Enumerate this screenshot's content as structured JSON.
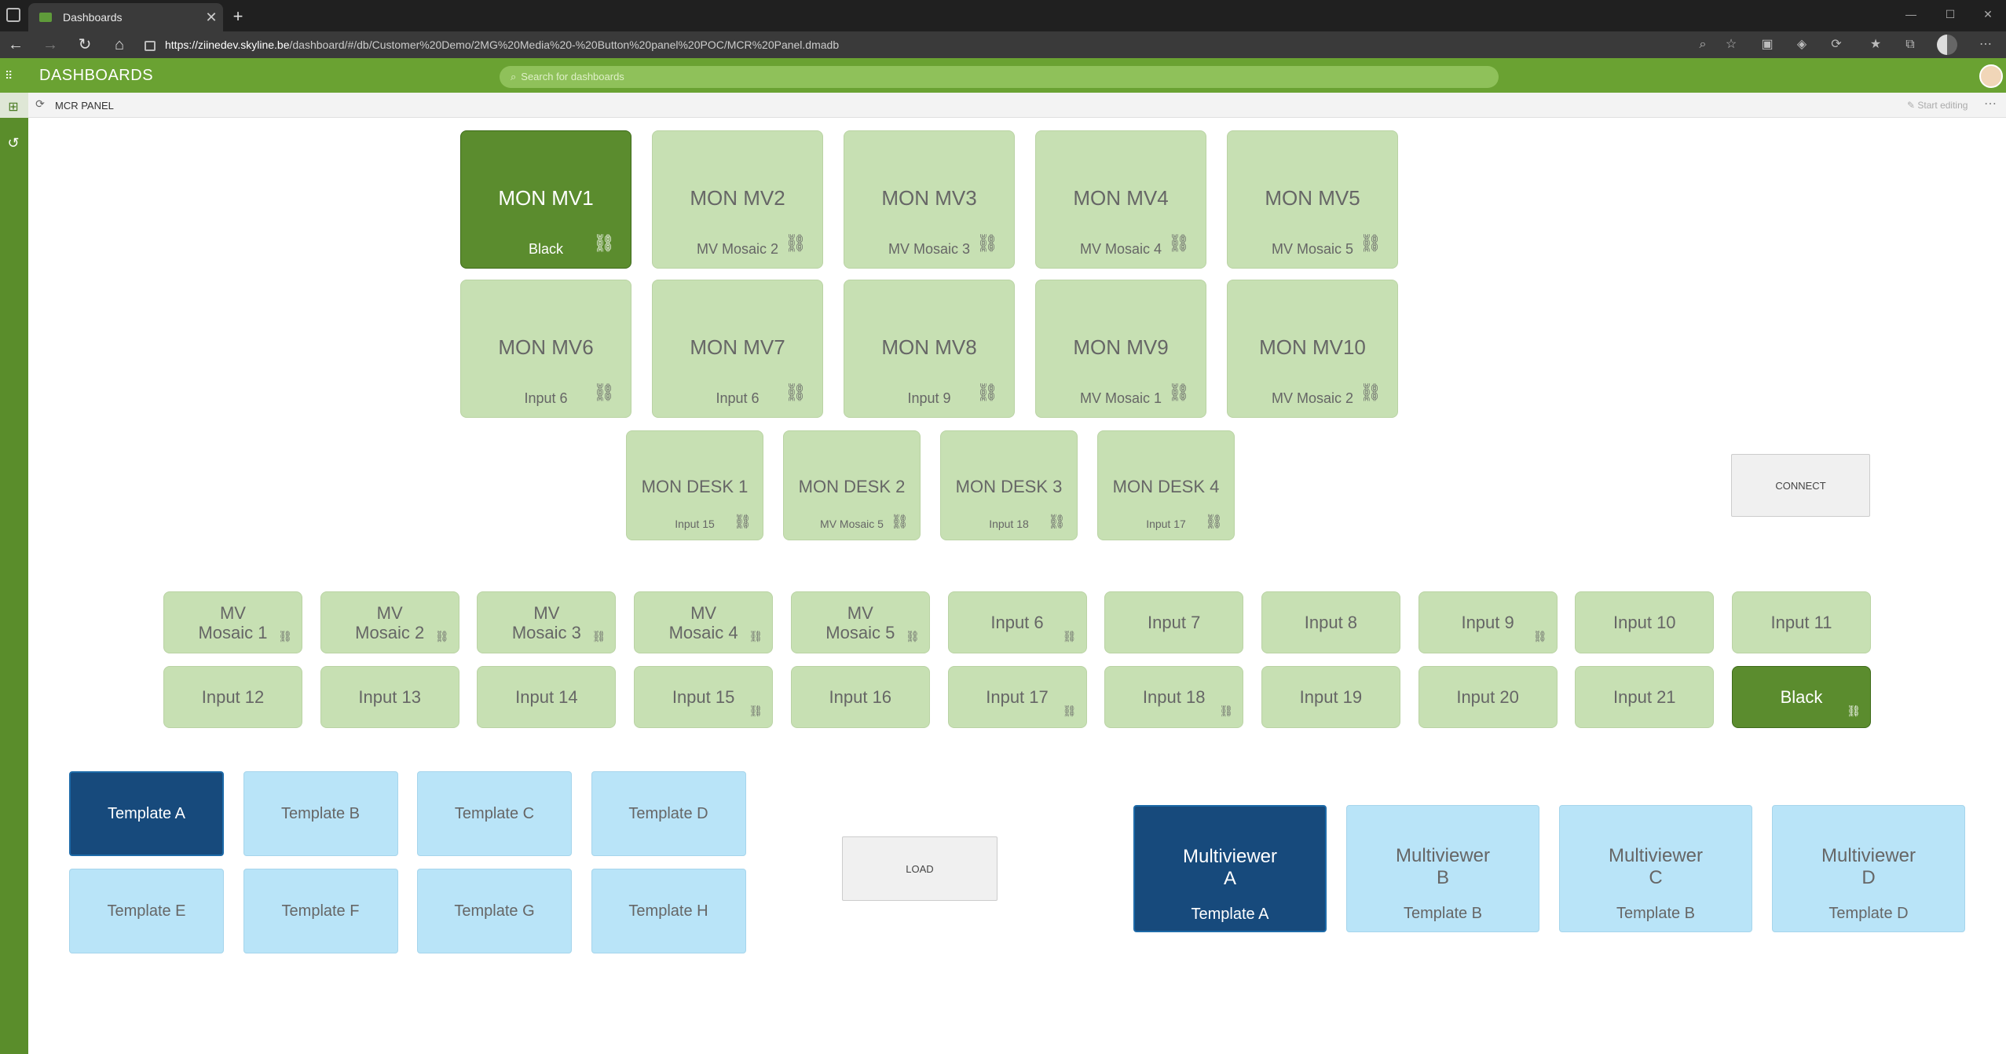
{
  "browser": {
    "tab_title": "Dashboards",
    "tab_close": "✕",
    "new_tab": "+",
    "url_host": "https://ziinedev.skyline.be",
    "url_path": "/dashboard/#/db/Customer%20Demo/2MG%20Media%20-%20Button%20panel%20POC/MCR%20Panel.dmadb"
  },
  "header": {
    "app_title": "DASHBOARDS",
    "search_placeholder": "Search for dashboards"
  },
  "page": {
    "title": "MCR PANEL",
    "start_editing": "Start editing"
  },
  "monitors": [
    {
      "title": "MON MV1",
      "source": "Black",
      "active": true
    },
    {
      "title": "MON MV2",
      "source": "MV Mosaic 2",
      "active": false
    },
    {
      "title": "MON MV3",
      "source": "MV Mosaic 3",
      "active": false
    },
    {
      "title": "MON MV4",
      "source": "MV Mosaic 4",
      "active": false
    },
    {
      "title": "MON MV5",
      "source": "MV Mosaic 5",
      "active": false
    },
    {
      "title": "MON MV6",
      "source": "Input 6",
      "active": false
    },
    {
      "title": "MON MV7",
      "source": "Input 6",
      "active": false
    },
    {
      "title": "MON MV8",
      "source": "Input 9",
      "active": false
    },
    {
      "title": "MON MV9",
      "source": "MV Mosaic 1",
      "active": false
    },
    {
      "title": "MON MV10",
      "source": "MV Mosaic 2",
      "active": false
    }
  ],
  "desks": [
    {
      "title": "MON DESK 1",
      "source": "Input 15"
    },
    {
      "title": "MON DESK 2",
      "source": "MV Mosaic 5"
    },
    {
      "title": "MON DESK 3",
      "source": "Input 18"
    },
    {
      "title": "MON DESK 4",
      "source": "Input 17"
    }
  ],
  "connect_label": "CONNECT",
  "sources": [
    {
      "label": "MV\nMosaic 1",
      "linked": true,
      "active": false
    },
    {
      "label": "MV\nMosaic 2",
      "linked": true,
      "active": false
    },
    {
      "label": "MV\nMosaic 3",
      "linked": true,
      "active": false
    },
    {
      "label": "MV\nMosaic 4",
      "linked": true,
      "active": false
    },
    {
      "label": "MV\nMosaic 5",
      "linked": true,
      "active": false
    },
    {
      "label": "Input 6",
      "linked": true,
      "active": false
    },
    {
      "label": "Input 7",
      "linked": false,
      "active": false
    },
    {
      "label": "Input 8",
      "linked": false,
      "active": false
    },
    {
      "label": "Input 9",
      "linked": true,
      "active": false
    },
    {
      "label": "Input 10",
      "linked": false,
      "active": false
    },
    {
      "label": "Input 11",
      "linked": false,
      "active": false
    },
    {
      "label": "Input 12",
      "linked": false,
      "active": false
    },
    {
      "label": "Input 13",
      "linked": false,
      "active": false
    },
    {
      "label": "Input 14",
      "linked": false,
      "active": false
    },
    {
      "label": "Input 15",
      "linked": true,
      "active": false
    },
    {
      "label": "Input 16",
      "linked": false,
      "active": false
    },
    {
      "label": "Input 17",
      "linked": true,
      "active": false
    },
    {
      "label": "Input 18",
      "linked": true,
      "active": false
    },
    {
      "label": "Input 19",
      "linked": false,
      "active": false
    },
    {
      "label": "Input 20",
      "linked": false,
      "active": false
    },
    {
      "label": "Input 21",
      "linked": false,
      "active": false
    },
    {
      "label": "Black",
      "linked": true,
      "active": true
    }
  ],
  "templates": [
    {
      "label": "Template A",
      "active": true
    },
    {
      "label": "Template B",
      "active": false
    },
    {
      "label": "Template C",
      "active": false
    },
    {
      "label": "Template D",
      "active": false
    },
    {
      "label": "Template E",
      "active": false
    },
    {
      "label": "Template F",
      "active": false
    },
    {
      "label": "Template G",
      "active": false
    },
    {
      "label": "Template H",
      "active": false
    }
  ],
  "load_label": "LOAD",
  "multiviewers": [
    {
      "title": "Multiviewer\nA",
      "template": "Template A",
      "active": true
    },
    {
      "title": "Multiviewer\nB",
      "template": "Template B",
      "active": false
    },
    {
      "title": "Multiviewer\nC",
      "template": "Template B",
      "active": false
    },
    {
      "title": "Multiviewer\nD",
      "template": "Template D",
      "active": false
    }
  ],
  "icons": {
    "link": "⛓",
    "colors": {
      "green_active": "#5b8c2e",
      "green": "#c7e0b3",
      "blue_active": "#174a7c",
      "blue": "#b9e4f8",
      "header": "#6aa232"
    }
  }
}
